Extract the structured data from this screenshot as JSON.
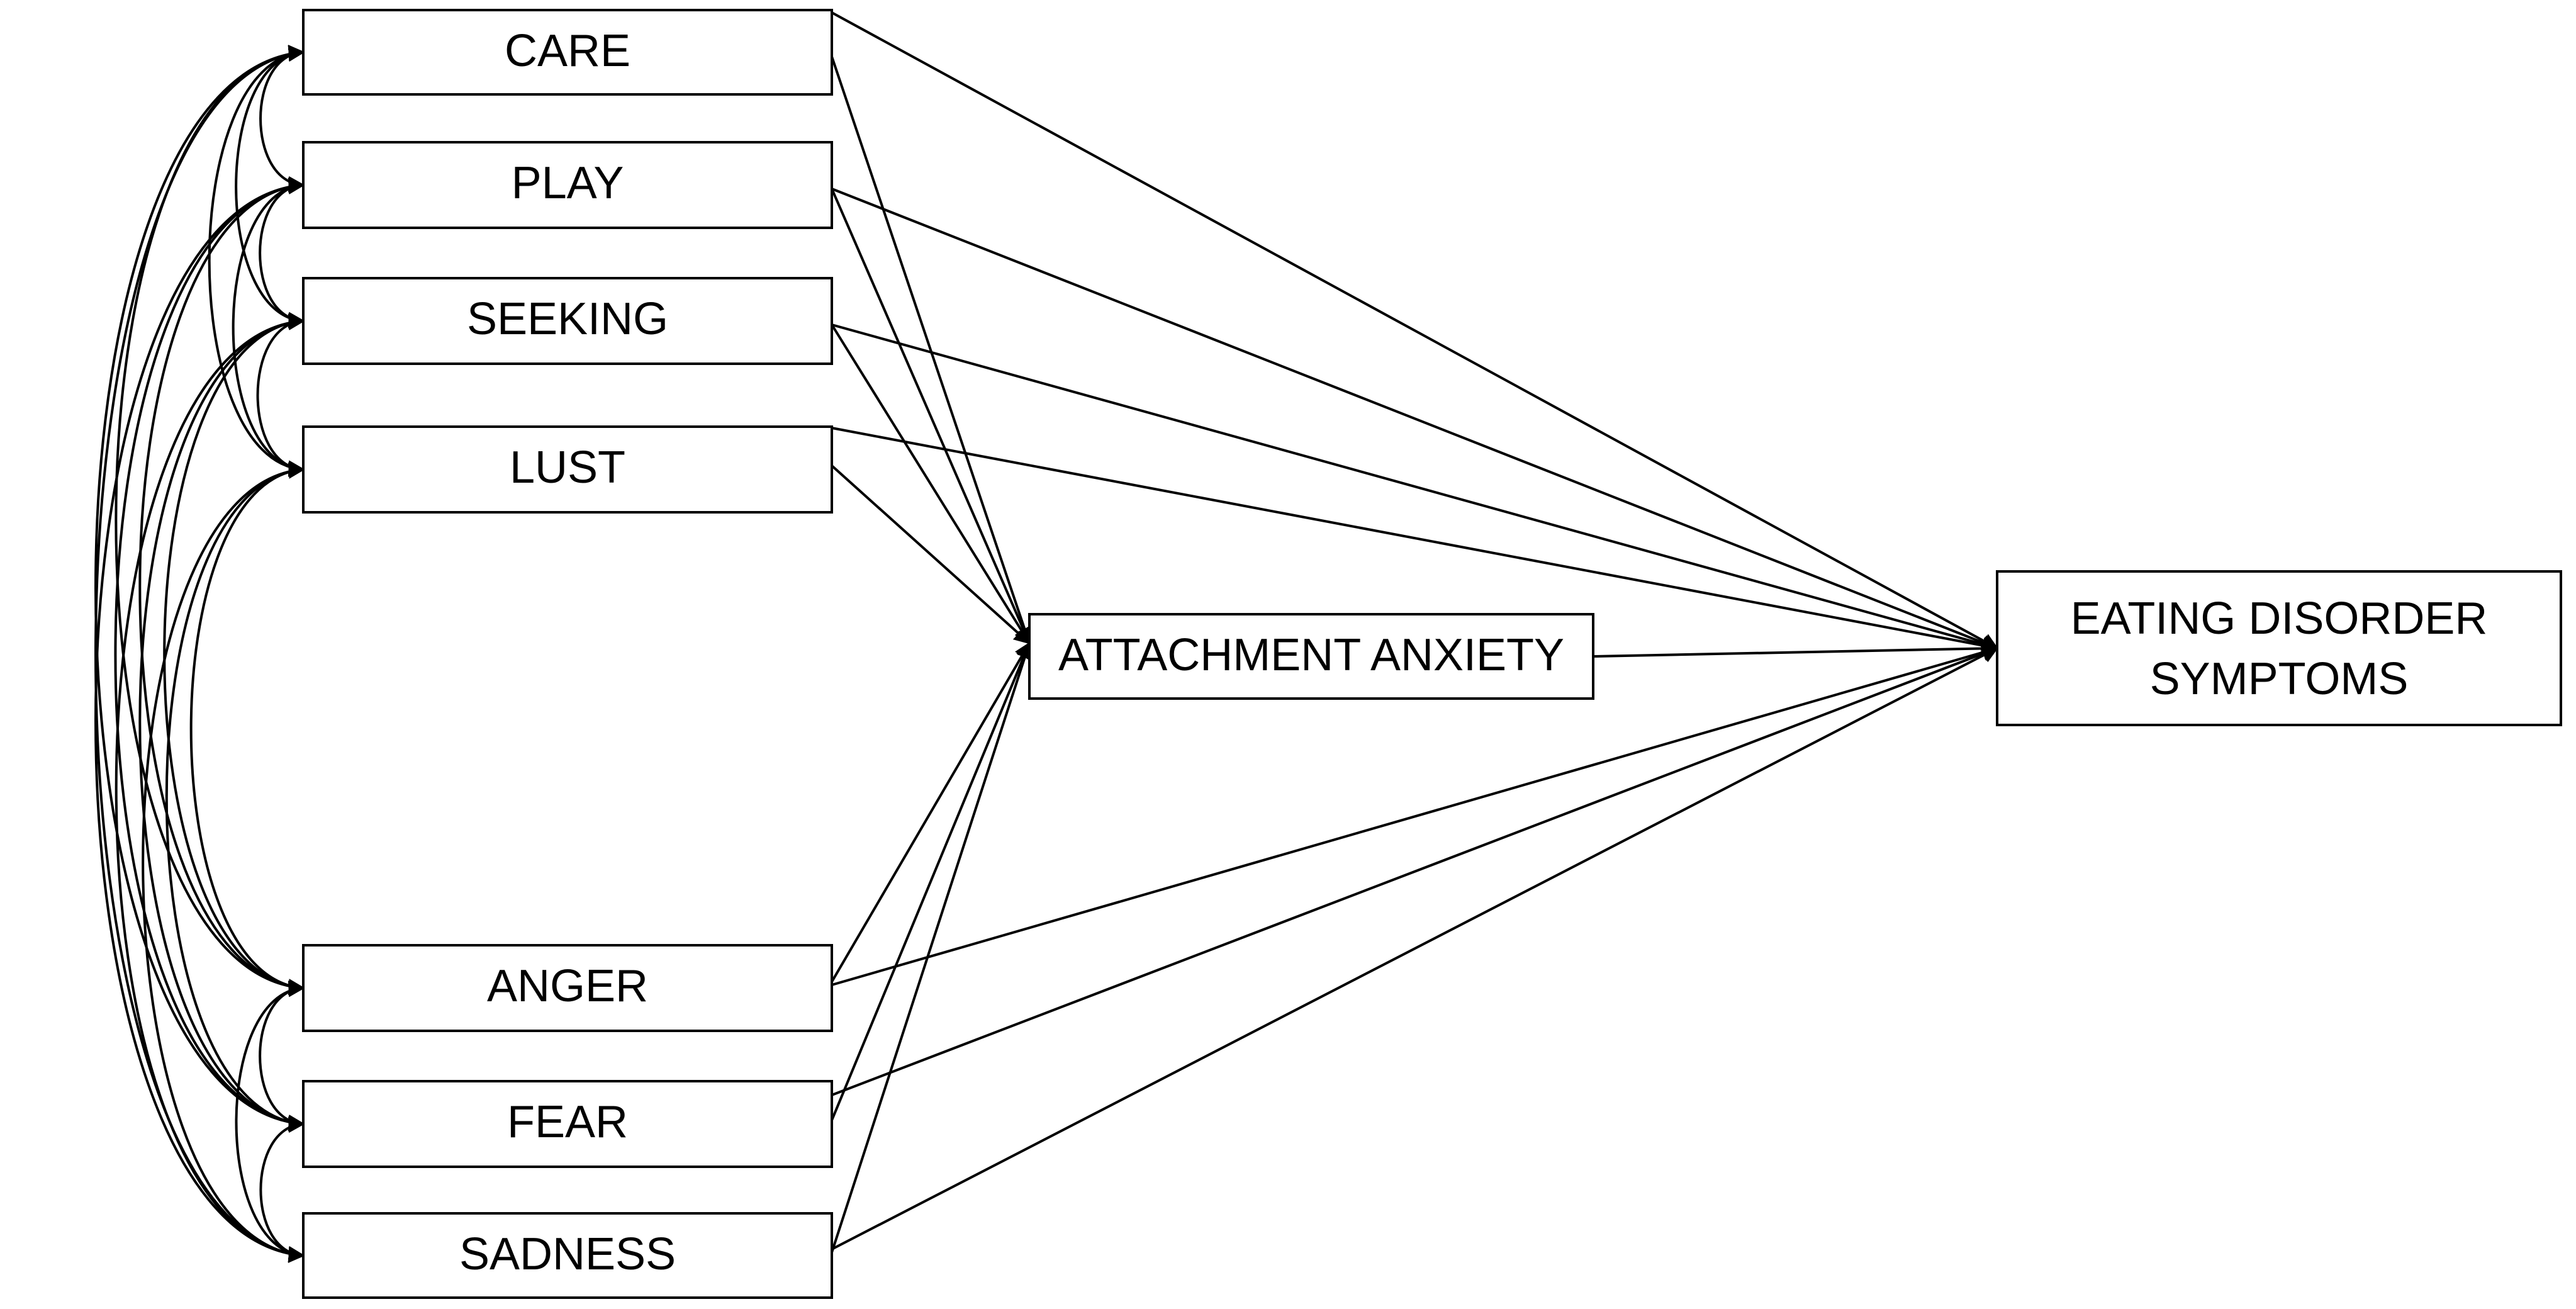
{
  "diagram": {
    "nodes": {
      "care": "CARE",
      "play": "PLAY",
      "seeking": "SEEKING",
      "lust": "LUST",
      "anger": "ANGER",
      "fear": "FEAR",
      "sadness": "SADNESS",
      "attachment_anxiety": "ATTACHMENT ANXIETY",
      "eating_disorder_line1": "EATING DISORDER",
      "eating_disorder_line2": "SYMPTOMS"
    },
    "predictors": [
      "care",
      "play",
      "seeking",
      "lust",
      "anger",
      "fear",
      "sadness"
    ],
    "mediator": "attachment_anxiety",
    "outcome": "eating_disorder",
    "covariances": "all predictor pairs"
  }
}
